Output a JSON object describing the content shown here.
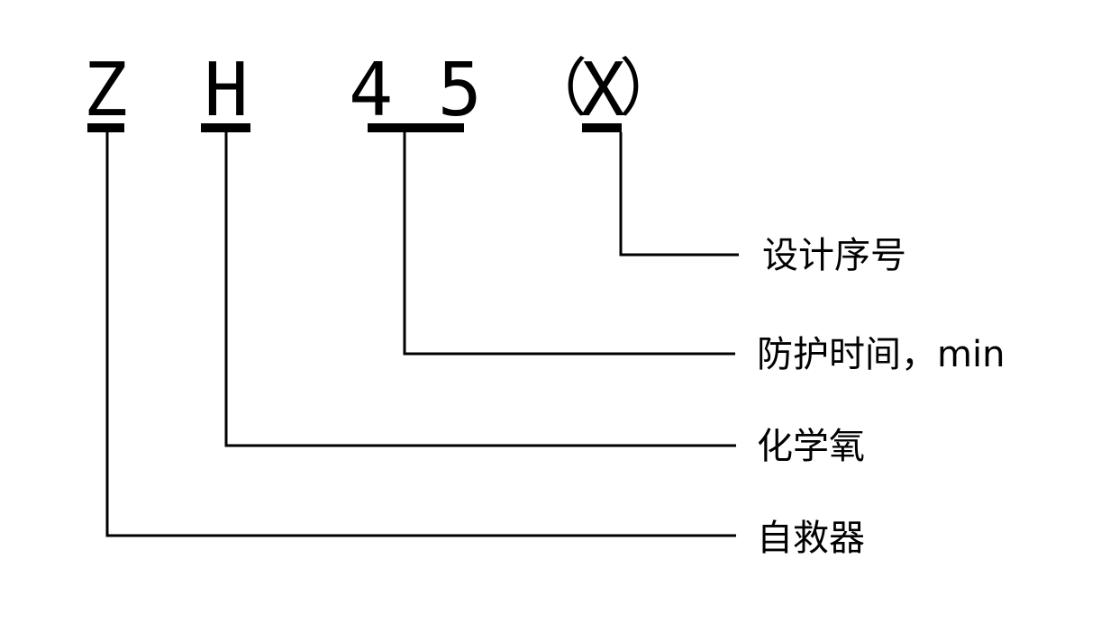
{
  "code": {
    "z": "Z",
    "h": "H",
    "num": "4 5",
    "open_paren": "（",
    "x": "X",
    "close_paren": "）"
  },
  "labels": {
    "design_serial": "设计序号",
    "protection_time": "防护时间，min",
    "chemical_oxygen": "化学氧",
    "self_rescuer": "自救器"
  }
}
